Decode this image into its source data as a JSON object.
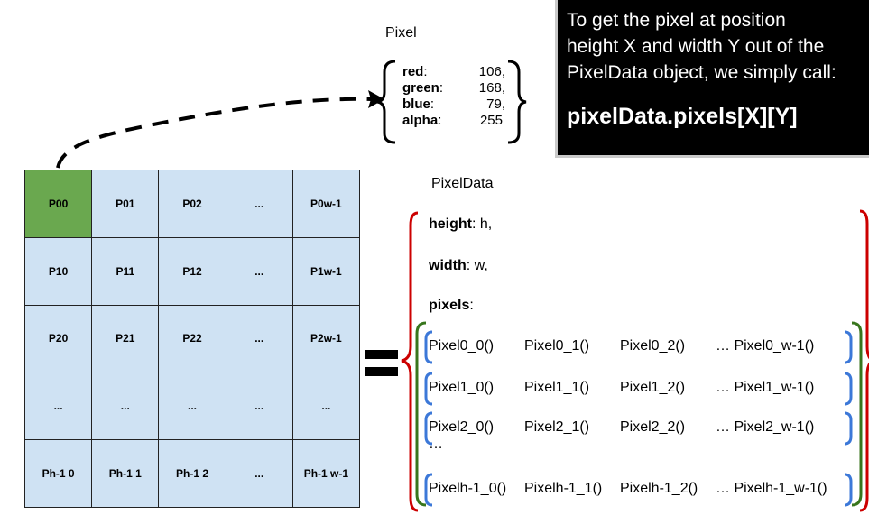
{
  "grid": {
    "rows": [
      [
        "P00",
        "P01",
        "P02",
        "...",
        "P0w-1"
      ],
      [
        "P10",
        "P11",
        "P12",
        "...",
        "P1w-1"
      ],
      [
        "P20",
        "P21",
        "P22",
        "...",
        "P2w-1"
      ],
      [
        "...",
        "...",
        "...",
        "...",
        "..."
      ],
      [
        "Ph-1 0",
        "Ph-1 1",
        "Ph-1 2",
        "...",
        "Ph-1 w-1"
      ]
    ],
    "highlight_color": "#6aa84f",
    "cell_color": "#cfe2f3"
  },
  "pixel": {
    "title": "Pixel",
    "fields": [
      {
        "key": "red",
        "sep": ":",
        "value": "106,"
      },
      {
        "key": "green",
        "sep": ":",
        "value": "168,"
      },
      {
        "key": "blue",
        "sep": ":",
        "value": "79,"
      },
      {
        "key": "alpha",
        "sep": ":",
        "value": "255"
      }
    ]
  },
  "callout": {
    "lines": [
      "To get the pixel at position",
      "height X and width Y out of the",
      "PixelData object, we simply call:"
    ],
    "code": "pixelData.pixels[X][Y]"
  },
  "pixel_data": {
    "title": "PixelData",
    "height_key": "height",
    "height_val": ": h,",
    "width_key": "width",
    "width_val": ": w,",
    "pixels_key": "pixels",
    "pixels_val": ":",
    "rows": [
      [
        "Pixel0_0()",
        "Pixel0_1()",
        "Pixel0_2()",
        "… Pixel0_w-1()"
      ],
      [
        "Pixel1_0()",
        "Pixel1_1()",
        "Pixel1_2()",
        "… Pixel1_w-1()"
      ],
      [
        "Pixel2_0()",
        "Pixel2_1()",
        "Pixel2_2()",
        "… Pixel2_w-1()"
      ],
      [
        "Pixelh-1_0()",
        "Pixelh-1_1()",
        "Pixelh-1_2()",
        "… Pixelh-1_w-1()"
      ]
    ],
    "ellipsis": "…"
  },
  "colors": {
    "outer_brace": "#cc0000",
    "list_brace": "#38761d",
    "row_brace": "#3c78d8"
  }
}
